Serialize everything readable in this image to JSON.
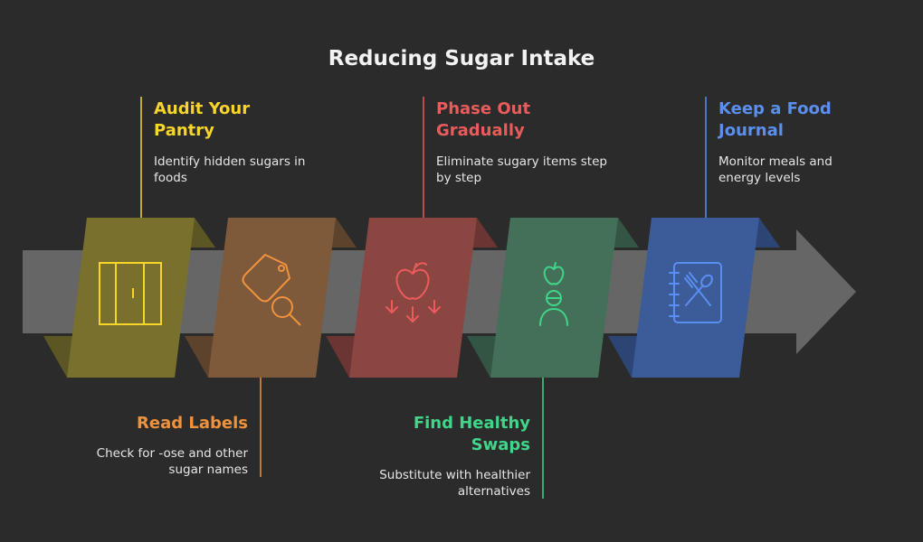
{
  "title": "Reducing Sugar Intake",
  "steps": [
    {
      "title": "Audit Your Pantry",
      "description": "Identify hidden sugars in foods",
      "icon": "pantry-door-icon",
      "color": "#f7d52a",
      "panel": "#7a702e",
      "side": "#5c5524"
    },
    {
      "title": "Read Labels",
      "description": "Check for -ose and other sugar names",
      "icon": "tag-search-icon",
      "color": "#f0923d",
      "panel": "#7e5a3b",
      "side": "#5d432c"
    },
    {
      "title": "Phase Out Gradually",
      "description": "Eliminate sugary items step by step",
      "icon": "apple-down-arrows-icon",
      "color": "#ea5b5b",
      "panel": "#8c4642",
      "side": "#6a3532"
    },
    {
      "title": "Find Healthy Swaps",
      "description": "Substitute with healthier alternatives",
      "icon": "apple-person-icon",
      "color": "#3fd68a",
      "panel": "#44705a",
      "side": "#335543"
    },
    {
      "title": "Keep a Food Journal",
      "description": "Monitor meals and energy levels",
      "icon": "food-journal-icon",
      "color": "#5a8ff0",
      "panel": "#3b5c99",
      "side": "#2c4574"
    }
  ]
}
